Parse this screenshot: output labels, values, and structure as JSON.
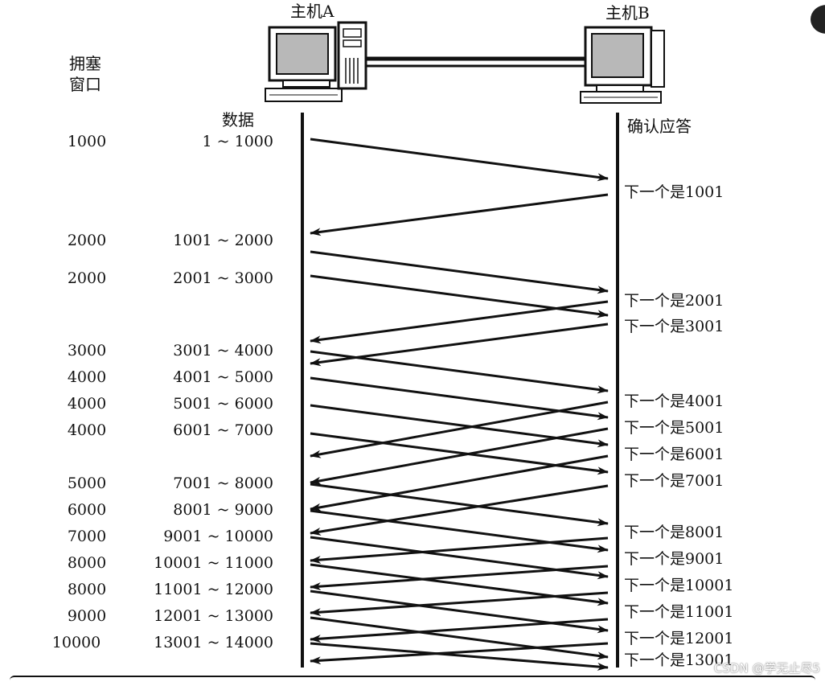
{
  "hosts": {
    "a": {
      "name": "主机A"
    },
    "b": {
      "name": "主机B"
    }
  },
  "headers": {
    "congestion_window_line1": "拥塞",
    "congestion_window_line2": "窗口",
    "data": "数据",
    "ack": "确认应答"
  },
  "transmissions": [
    {
      "cwnd": "1000",
      "segment": "1 ~ 1000"
    },
    {
      "cwnd": "2000",
      "segment": "1001 ~ 2000"
    },
    {
      "cwnd": "2000",
      "segment": "2001 ~ 3000"
    },
    {
      "cwnd": "3000",
      "segment": "3001 ~ 4000"
    },
    {
      "cwnd": "4000",
      "segment": "4001 ~ 5000"
    },
    {
      "cwnd": "4000",
      "segment": "5001 ~ 6000"
    },
    {
      "cwnd": "4000",
      "segment": "6001 ~ 7000"
    },
    {
      "cwnd": "5000",
      "segment": "7001 ~ 8000"
    },
    {
      "cwnd": "6000",
      "segment": "8001 ~ 9000"
    },
    {
      "cwnd": "7000",
      "segment": "9001 ~ 10000"
    },
    {
      "cwnd": "8000",
      "segment": "10001 ~ 11000"
    },
    {
      "cwnd": "8000",
      "segment": "11001 ~ 12000"
    },
    {
      "cwnd": "9000",
      "segment": "12001 ~ 13000"
    },
    {
      "cwnd": "10000",
      "segment": "13001 ~ 14000"
    }
  ],
  "acks": [
    "下一个是1001",
    "下一个是2001",
    "下一个是3001",
    "下一个是4001",
    "下一个是5001",
    "下一个是6001",
    "下一个是7001",
    "下一个是8001",
    "下一个是9001",
    "下一个是10001",
    "下一个是11001",
    "下一个是12001",
    "下一个是13001"
  ],
  "watermark": "CSDN @学无止尽5"
}
